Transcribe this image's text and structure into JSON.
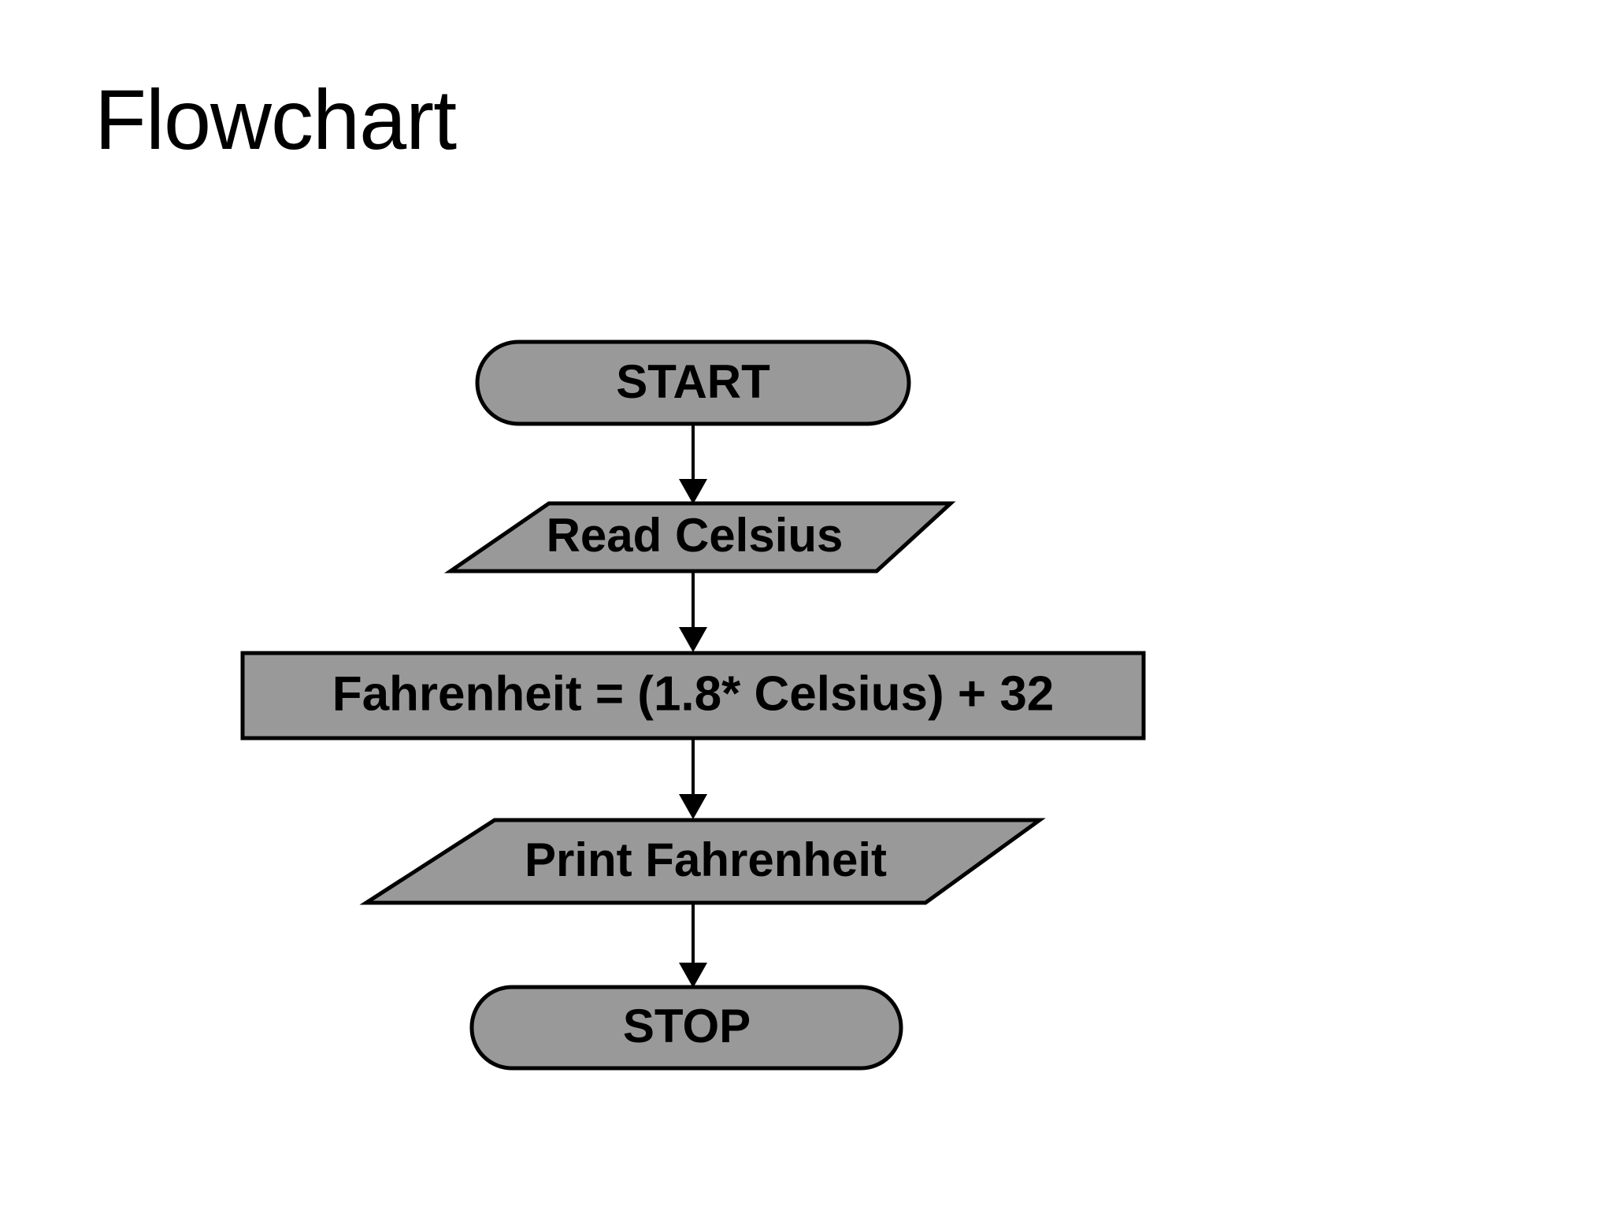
{
  "slide": {
    "title": "Flowchart",
    "background_color": "#FFFFFF"
  },
  "theme": {
    "shape_fill": "#999999",
    "shape_stroke": "#000000",
    "text_color": "#000000",
    "connector_color": "#000000"
  },
  "flowchart": {
    "title": "Flowchart",
    "orientation": "top-to-bottom",
    "nodes": [
      {
        "id": "start",
        "label": "START",
        "shape": "terminator",
        "shape_name": "rounded-stadium"
      },
      {
        "id": "read-celsius",
        "label": "Read Celsius",
        "shape": "input-output",
        "shape_name": "parallelogram"
      },
      {
        "id": "convert",
        "label": "Fahrenheit = (1.8* Celsius) + 32",
        "shape": "process",
        "shape_name": "rectangle"
      },
      {
        "id": "print-fahrenheit",
        "label": "Print Fahrenheit",
        "shape": "input-output",
        "shape_name": "parallelogram"
      },
      {
        "id": "stop",
        "label": "STOP",
        "shape": "terminator",
        "shape_name": "rounded-stadium"
      }
    ],
    "connectors": [
      {
        "id": "c1",
        "from": "start",
        "to": "read-celsius",
        "arrow": "down-arrow"
      },
      {
        "id": "c2",
        "from": "read-celsius",
        "to": "convert",
        "arrow": "down-arrow"
      },
      {
        "id": "c3",
        "from": "convert",
        "to": "print-fahrenheit",
        "arrow": "down-arrow"
      },
      {
        "id": "c4",
        "from": "print-fahrenheit",
        "to": "stop",
        "arrow": "down-arrow"
      }
    ]
  }
}
